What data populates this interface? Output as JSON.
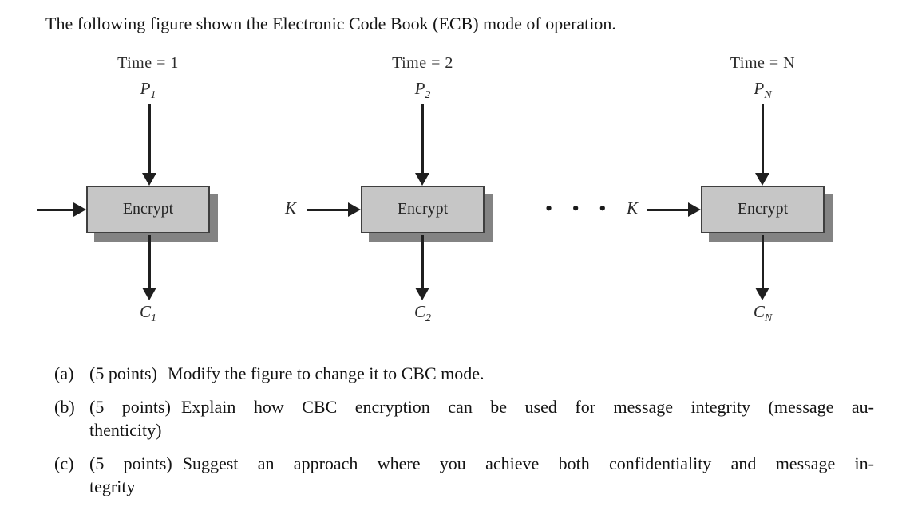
{
  "intro": "The following figure shown the Electronic Code Book (ECB) mode of operation.",
  "figure": {
    "colors": {
      "box-fill": "#c6c6c6",
      "box-border": "#3f3f3f",
      "box-shadow-color": "#838383",
      "arrow": "#1f1f1f",
      "fig-text": "#2b2b2b"
    },
    "dots": "• • •",
    "columns": [
      {
        "time_label": "Time = 1",
        "input_base": "P",
        "input_sub": "1",
        "box_label": "Encrypt",
        "output_base": "C",
        "output_sub": "1",
        "key_label": ""
      },
      {
        "time_label": "Time = 2",
        "input_base": "P",
        "input_sub": "2",
        "box_label": "Encrypt",
        "output_base": "C",
        "output_sub": "2",
        "key_label": "K"
      },
      {
        "time_label": "Time = N",
        "input_base": "P",
        "input_sub": "N",
        "box_label": "Encrypt",
        "output_base": "C",
        "output_sub": "N",
        "key_label": "K"
      }
    ]
  },
  "questions": [
    {
      "marker": "(a)",
      "points": "(5 points)",
      "line1": "Modify the figure to change it to CBC mode.",
      "line2": ""
    },
    {
      "marker": "(b)",
      "points": "(5 points)",
      "line1": "Explain how CBC encryption can be used for message integrity (message au-",
      "line2": "thenticity)"
    },
    {
      "marker": "(c)",
      "points": "(5 points)",
      "line1": "Suggest an approach where you achieve both confidentiality and message in-",
      "line2": "tegrity"
    }
  ]
}
